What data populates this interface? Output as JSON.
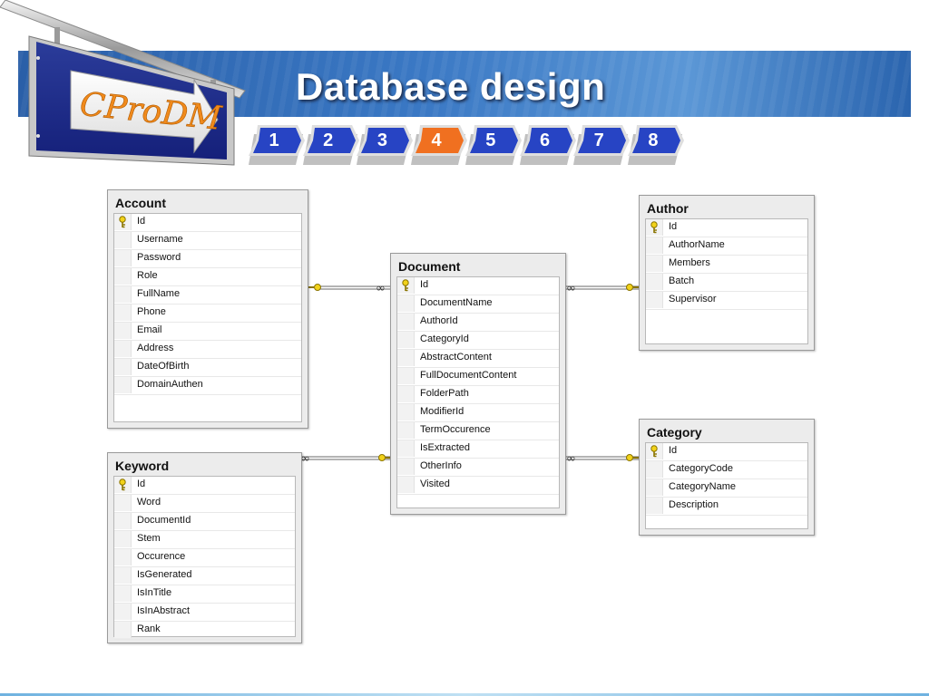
{
  "slide": {
    "title": "Database design",
    "logo_text": "CProDM",
    "colors": {
      "banner": "#3a78c4",
      "step_inactive": "#2744c4",
      "step_active": "#f07020"
    }
  },
  "steps": [
    {
      "label": "1",
      "active": false
    },
    {
      "label": "2",
      "active": false
    },
    {
      "label": "3",
      "active": false
    },
    {
      "label": "4",
      "active": true
    },
    {
      "label": "5",
      "active": false
    },
    {
      "label": "6",
      "active": false
    },
    {
      "label": "7",
      "active": false
    },
    {
      "label": "8",
      "active": false
    }
  ],
  "tables": {
    "account": {
      "name": "Account",
      "fields": [
        {
          "name": "Id",
          "pk": true
        },
        {
          "name": "Username"
        },
        {
          "name": "Password"
        },
        {
          "name": "Role"
        },
        {
          "name": "FullName"
        },
        {
          "name": "Phone"
        },
        {
          "name": "Email"
        },
        {
          "name": "Address"
        },
        {
          "name": "DateOfBirth"
        },
        {
          "name": "DomainAuthen"
        }
      ]
    },
    "keyword": {
      "name": "Keyword",
      "fields": [
        {
          "name": "Id",
          "pk": true
        },
        {
          "name": "Word"
        },
        {
          "name": "DocumentId"
        },
        {
          "name": "Stem"
        },
        {
          "name": "Occurence"
        },
        {
          "name": "IsGenerated"
        },
        {
          "name": "IsInTitle"
        },
        {
          "name": "IsInAbstract"
        },
        {
          "name": "Rank"
        }
      ]
    },
    "document": {
      "name": "Document",
      "fields": [
        {
          "name": "Id",
          "pk": true
        },
        {
          "name": "DocumentName"
        },
        {
          "name": "AuthorId"
        },
        {
          "name": "CategoryId"
        },
        {
          "name": "AbstractContent"
        },
        {
          "name": "FullDocumentContent"
        },
        {
          "name": "FolderPath"
        },
        {
          "name": "ModifierId"
        },
        {
          "name": "TermOccurence"
        },
        {
          "name": "IsExtracted"
        },
        {
          "name": "OtherInfo"
        },
        {
          "name": "Visited"
        }
      ]
    },
    "author": {
      "name": "Author",
      "fields": [
        {
          "name": "Id",
          "pk": true
        },
        {
          "name": "AuthorName"
        },
        {
          "name": "Members"
        },
        {
          "name": "Batch"
        },
        {
          "name": "Supervisor"
        }
      ]
    },
    "category": {
      "name": "Category",
      "fields": [
        {
          "name": "Id",
          "pk": true
        },
        {
          "name": "CategoryCode"
        },
        {
          "name": "CategoryName"
        },
        {
          "name": "Description"
        }
      ]
    }
  }
}
